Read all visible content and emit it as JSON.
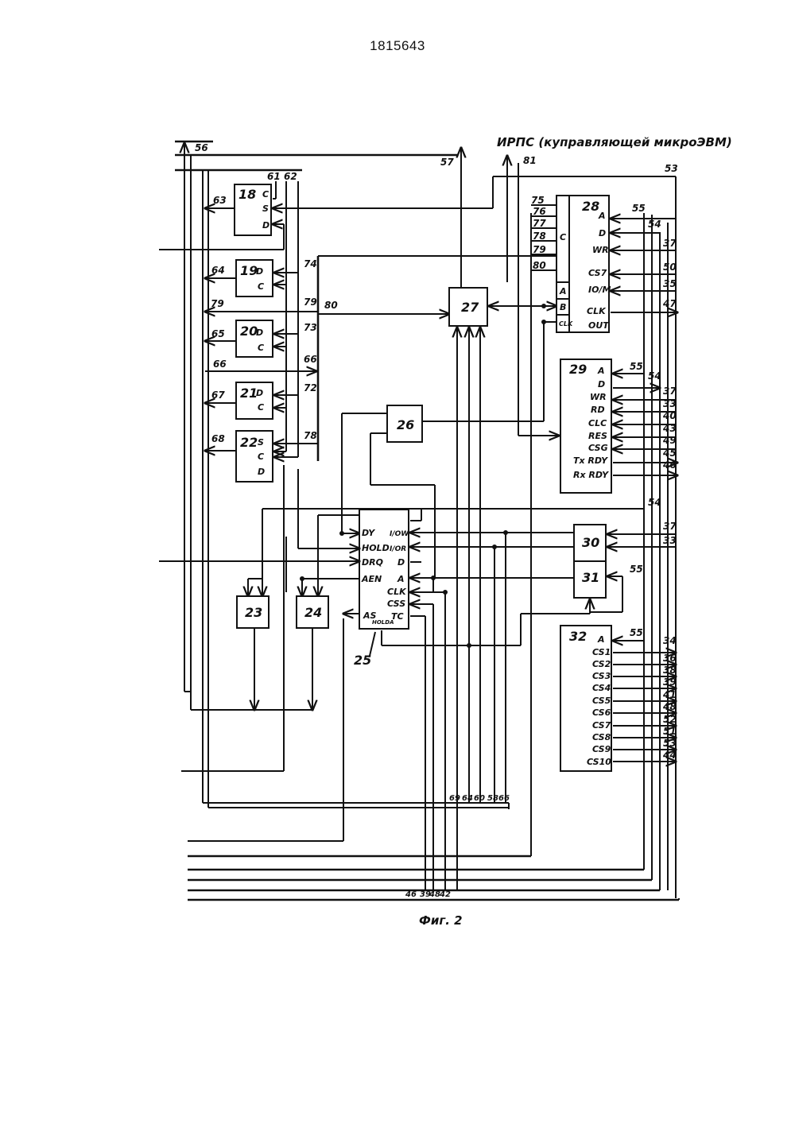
{
  "document": {
    "number": "1815643",
    "figure_caption": "Фиг. 2",
    "header_text": "ИРПС (купрaвляющей микроЭВМ)"
  },
  "blocks": [
    {
      "id": "18",
      "pins": [
        "C",
        "S",
        "D"
      ]
    },
    {
      "id": "19",
      "pins": [
        "D",
        "C"
      ]
    },
    {
      "id": "20",
      "pins": [
        "D",
        "C"
      ]
    },
    {
      "id": "21",
      "pins": [
        "D",
        "C"
      ]
    },
    {
      "id": "22",
      "pins": [
        "S",
        "C",
        "D"
      ]
    },
    {
      "id": "23",
      "pins": []
    },
    {
      "id": "24",
      "pins": []
    },
    {
      "id": "25",
      "pins": [
        "DY",
        "HOLD",
        "DRQ",
        "AEN",
        "AS",
        "HOLDA",
        "I/OW",
        "I/OR",
        "D",
        "A",
        "CLK",
        "CSS",
        "TC"
      ]
    },
    {
      "id": "26",
      "pins": []
    },
    {
      "id": "27",
      "pins": []
    },
    {
      "id": "28",
      "pins": [
        "C",
        "A",
        "B",
        "CLK",
        "A",
        "D",
        "WR",
        "CS7",
        "IO/M",
        "CLK",
        "OUT"
      ]
    },
    {
      "id": "29",
      "pins": [
        "A",
        "D",
        "WR",
        "RD",
        "CLC",
        "RES",
        "CSG",
        "Tx RDY",
        "Rx RDY"
      ]
    },
    {
      "id": "30",
      "pins": []
    },
    {
      "id": "31",
      "pins": []
    },
    {
      "id": "32",
      "pins": [
        "A",
        "CS1",
        "CS2",
        "CS3",
        "CS4",
        "CS5",
        "CS6",
        "CS7",
        "CS8",
        "CS9",
        "CS10"
      ]
    }
  ],
  "signal_labels": {
    "top": [
      "56",
      "57",
      "81",
      "53",
      "61",
      "62"
    ],
    "left_outputs": [
      "63",
      "64",
      "79",
      "65",
      "66",
      "67",
      "68"
    ],
    "bus_inputs": [
      "74",
      "79",
      "80",
      "73",
      "66",
      "72",
      "78"
    ],
    "blk28_inputs": [
      "75",
      "76",
      "77",
      "78",
      "79",
      "80"
    ],
    "right_side": [
      "55",
      "54",
      "37",
      "50",
      "35",
      "47",
      "55",
      "54",
      "37",
      "33",
      "40",
      "43",
      "49",
      "45",
      "46",
      "54",
      "37",
      "33",
      "55",
      "55",
      "34",
      "36",
      "38",
      "39",
      "41",
      "48",
      "52",
      "51",
      "53",
      "44"
    ],
    "bottom_a": [
      "69",
      "64",
      "60",
      "58",
      "66"
    ],
    "bottom_b": [
      "46",
      "39",
      "48",
      "42"
    ]
  }
}
